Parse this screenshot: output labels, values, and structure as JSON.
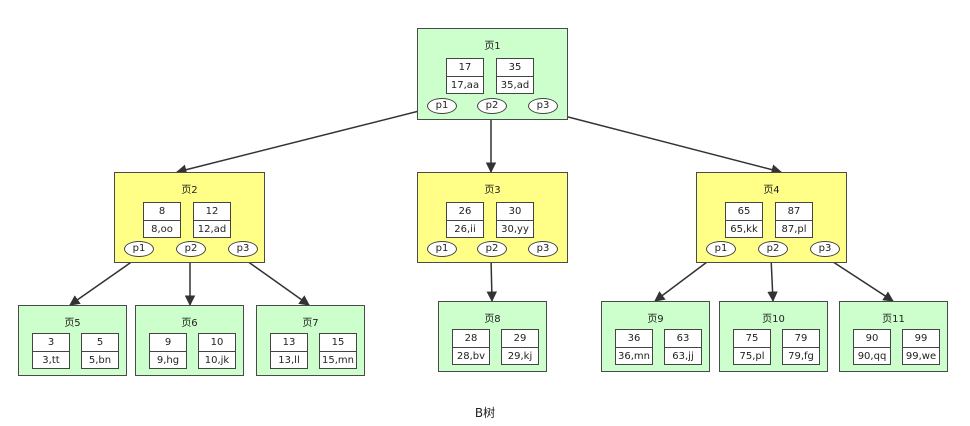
{
  "caption": "B树",
  "root": {
    "title": "页1",
    "keys": [
      {
        "k": "17",
        "r": "17,aa"
      },
      {
        "k": "35",
        "r": "35,ad"
      }
    ],
    "pointers": [
      "p1",
      "p2",
      "p3"
    ]
  },
  "mid": [
    {
      "title": "页2",
      "keys": [
        {
          "k": "8",
          "r": "8,oo"
        },
        {
          "k": "12",
          "r": "12,ad"
        }
      ],
      "pointers": [
        "p1",
        "p2",
        "p3"
      ]
    },
    {
      "title": "页3",
      "keys": [
        {
          "k": "26",
          "r": "26,ii"
        },
        {
          "k": "30",
          "r": "30,yy"
        }
      ],
      "pointers": [
        "p1",
        "p2",
        "p3"
      ]
    },
    {
      "title": "页4",
      "keys": [
        {
          "k": "65",
          "r": "65,kk"
        },
        {
          "k": "87",
          "r": "87,pl"
        }
      ],
      "pointers": [
        "p1",
        "p2",
        "p3"
      ]
    }
  ],
  "leaves": [
    {
      "title": "页5",
      "keys": [
        {
          "k": "3",
          "r": "3,tt"
        },
        {
          "k": "5",
          "r": "5,bn"
        }
      ]
    },
    {
      "title": "页6",
      "keys": [
        {
          "k": "9",
          "r": "9,hg"
        },
        {
          "k": "10",
          "r": "10,jk"
        }
      ]
    },
    {
      "title": "页7",
      "keys": [
        {
          "k": "13",
          "r": "13,ll"
        },
        {
          "k": "15",
          "r": "15,mn"
        }
      ]
    },
    {
      "title": "页8",
      "keys": [
        {
          "k": "28",
          "r": "28,bv"
        },
        {
          "k": "29",
          "r": "29,kj"
        }
      ]
    },
    {
      "title": "页9",
      "keys": [
        {
          "k": "36",
          "r": "36,mn"
        },
        {
          "k": "63",
          "r": "63,jj"
        }
      ]
    },
    {
      "title": "页10",
      "keys": [
        {
          "k": "75",
          "r": "75,pl"
        },
        {
          "k": "79",
          "r": "79,fg"
        }
      ]
    },
    {
      "title": "页11",
      "keys": [
        {
          "k": "90",
          "r": "90,qq"
        },
        {
          "k": "99",
          "r": "99,we"
        }
      ]
    }
  ],
  "colors": {
    "root": "#ccffcc",
    "mid": "#ffff88",
    "leaf": "#ccffcc",
    "edge": "#333333"
  }
}
